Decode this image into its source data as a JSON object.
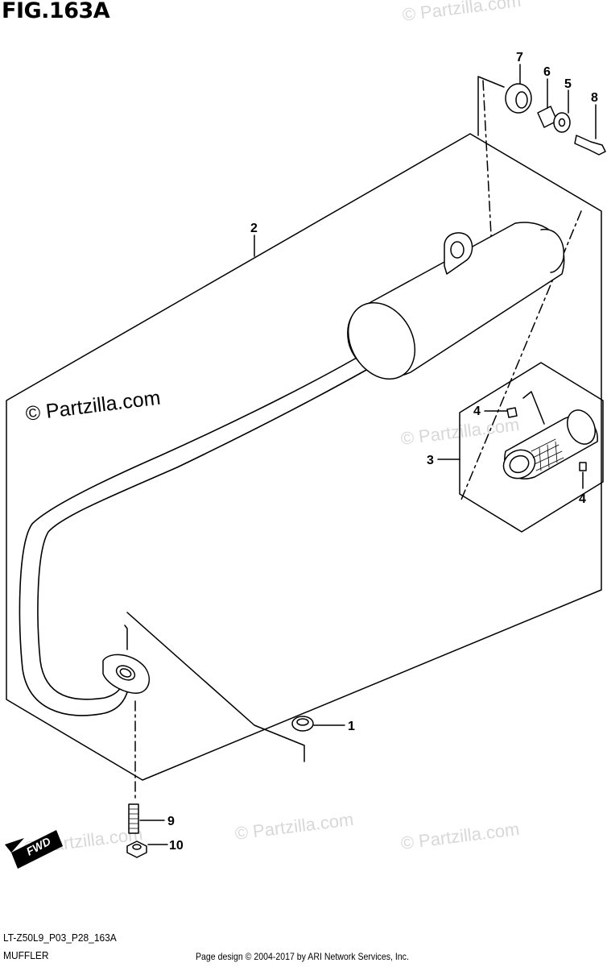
{
  "figure": {
    "title": "FIG.163A",
    "code": "LT-Z50L9_P03_P28_163A",
    "name": "MUFFLER"
  },
  "footer": "Page design © 2004-2017 by ARI Network Services, Inc.",
  "watermark": {
    "main": "© Partzilla.com",
    "faint": "© Partzilla.com"
  },
  "fwd_label": "FWD",
  "callouts": [
    "1",
    "2",
    "3",
    "4",
    "4",
    "5",
    "6",
    "7",
    "8",
    "9",
    "10"
  ]
}
